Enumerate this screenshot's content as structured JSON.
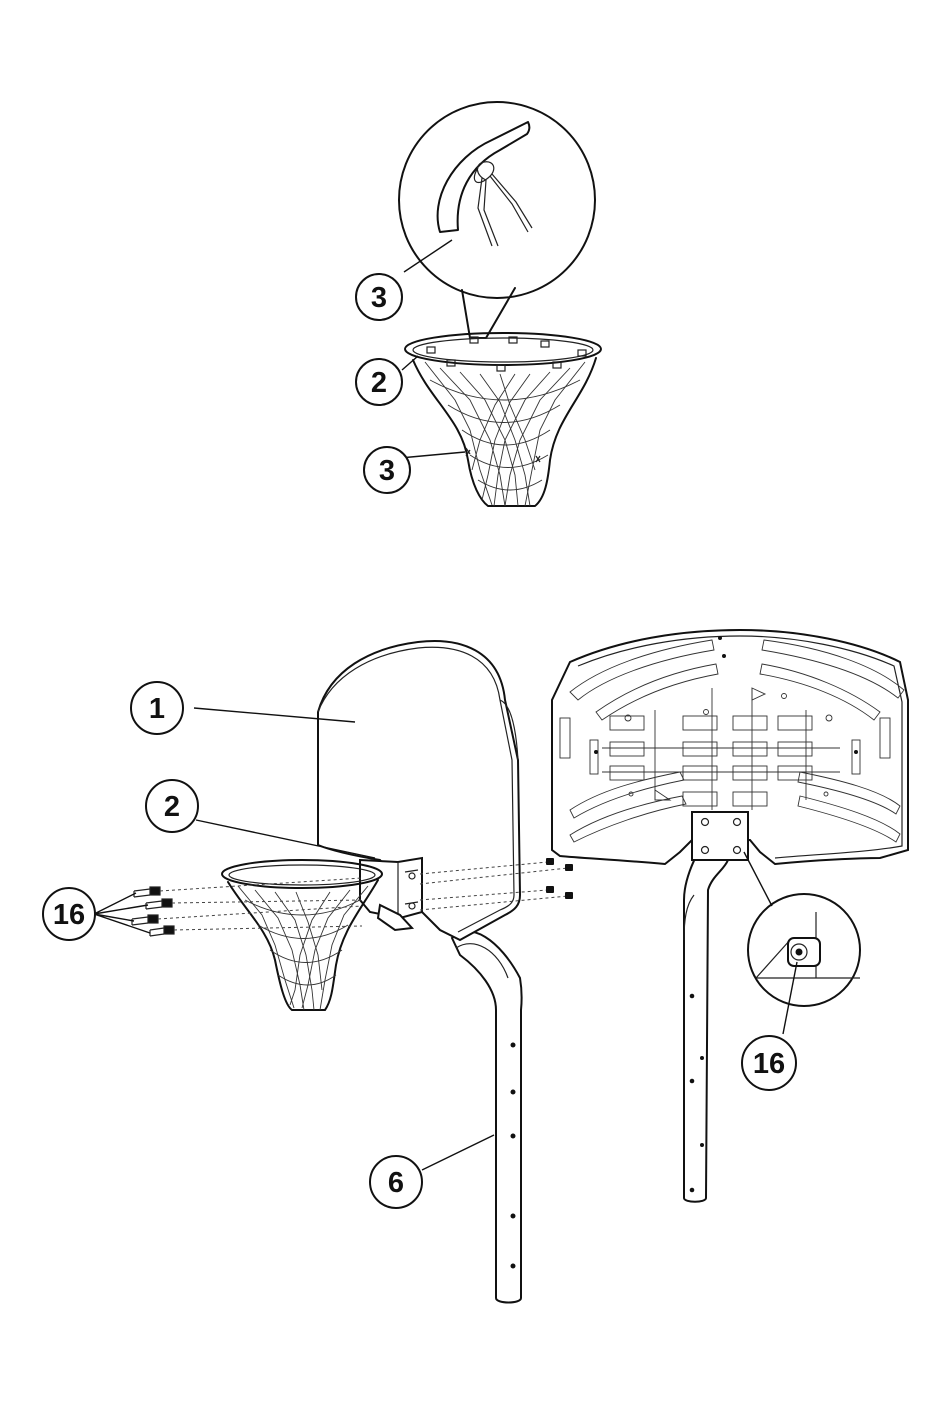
{
  "figure_1": {
    "callouts": {
      "net_loop_top": "3",
      "rim": "2",
      "net_loop_bottom": "3"
    }
  },
  "figure_2": {
    "callouts": {
      "backboard": "1",
      "rim": "2",
      "bolts": "16",
      "pole": "6",
      "back_bolt_detail": "16"
    }
  }
}
